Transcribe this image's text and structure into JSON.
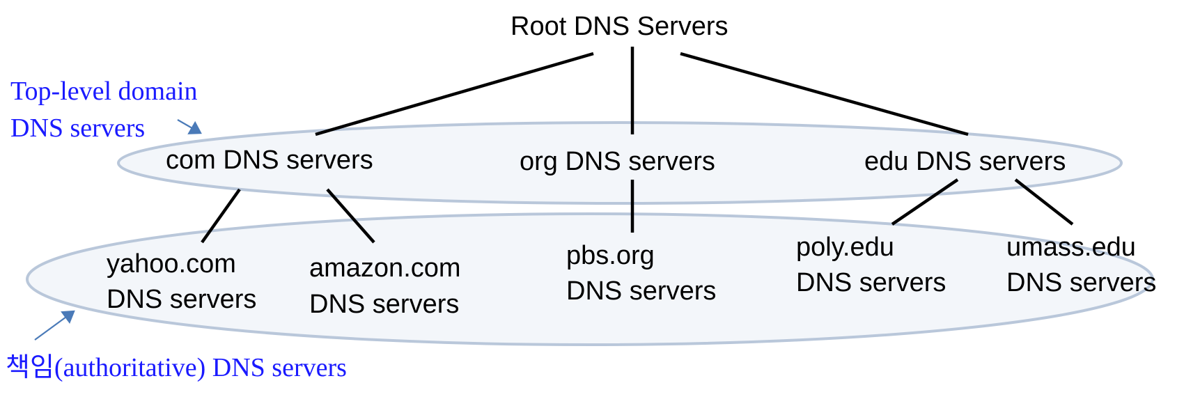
{
  "diagram": {
    "root": {
      "label": "Root DNS Servers"
    },
    "tld_servers": [
      {
        "id": "com",
        "label": "com DNS servers"
      },
      {
        "id": "org",
        "label": "org DNS servers"
      },
      {
        "id": "edu",
        "label": "edu DNS servers"
      }
    ],
    "authoritative_servers": [
      {
        "id": "yahoo",
        "parent": "com",
        "line1": "yahoo.com",
        "line2": "DNS servers"
      },
      {
        "id": "amazon",
        "parent": "com",
        "line1": "amazon.com",
        "line2": "DNS servers"
      },
      {
        "id": "pbs",
        "parent": "org",
        "line1": "pbs.org",
        "line2": "DNS servers"
      },
      {
        "id": "poly",
        "parent": "edu",
        "line1": "poly.edu",
        "line2": "DNS servers"
      },
      {
        "id": "umass",
        "parent": "edu",
        "line1": "umass.edu",
        "line2": "DNS servers"
      }
    ],
    "annotations": {
      "tld_line1": "Top-level domain",
      "tld_line2": "DNS servers",
      "authoritative": "책임(authoritative) DNS servers"
    },
    "colors": {
      "annotation_text": "#1a1aff",
      "arrow": "#4a7ab8",
      "ellipse_stroke": "#b9c7da",
      "ellipse_fill": "#f3f6fa",
      "line": "#000000"
    }
  }
}
